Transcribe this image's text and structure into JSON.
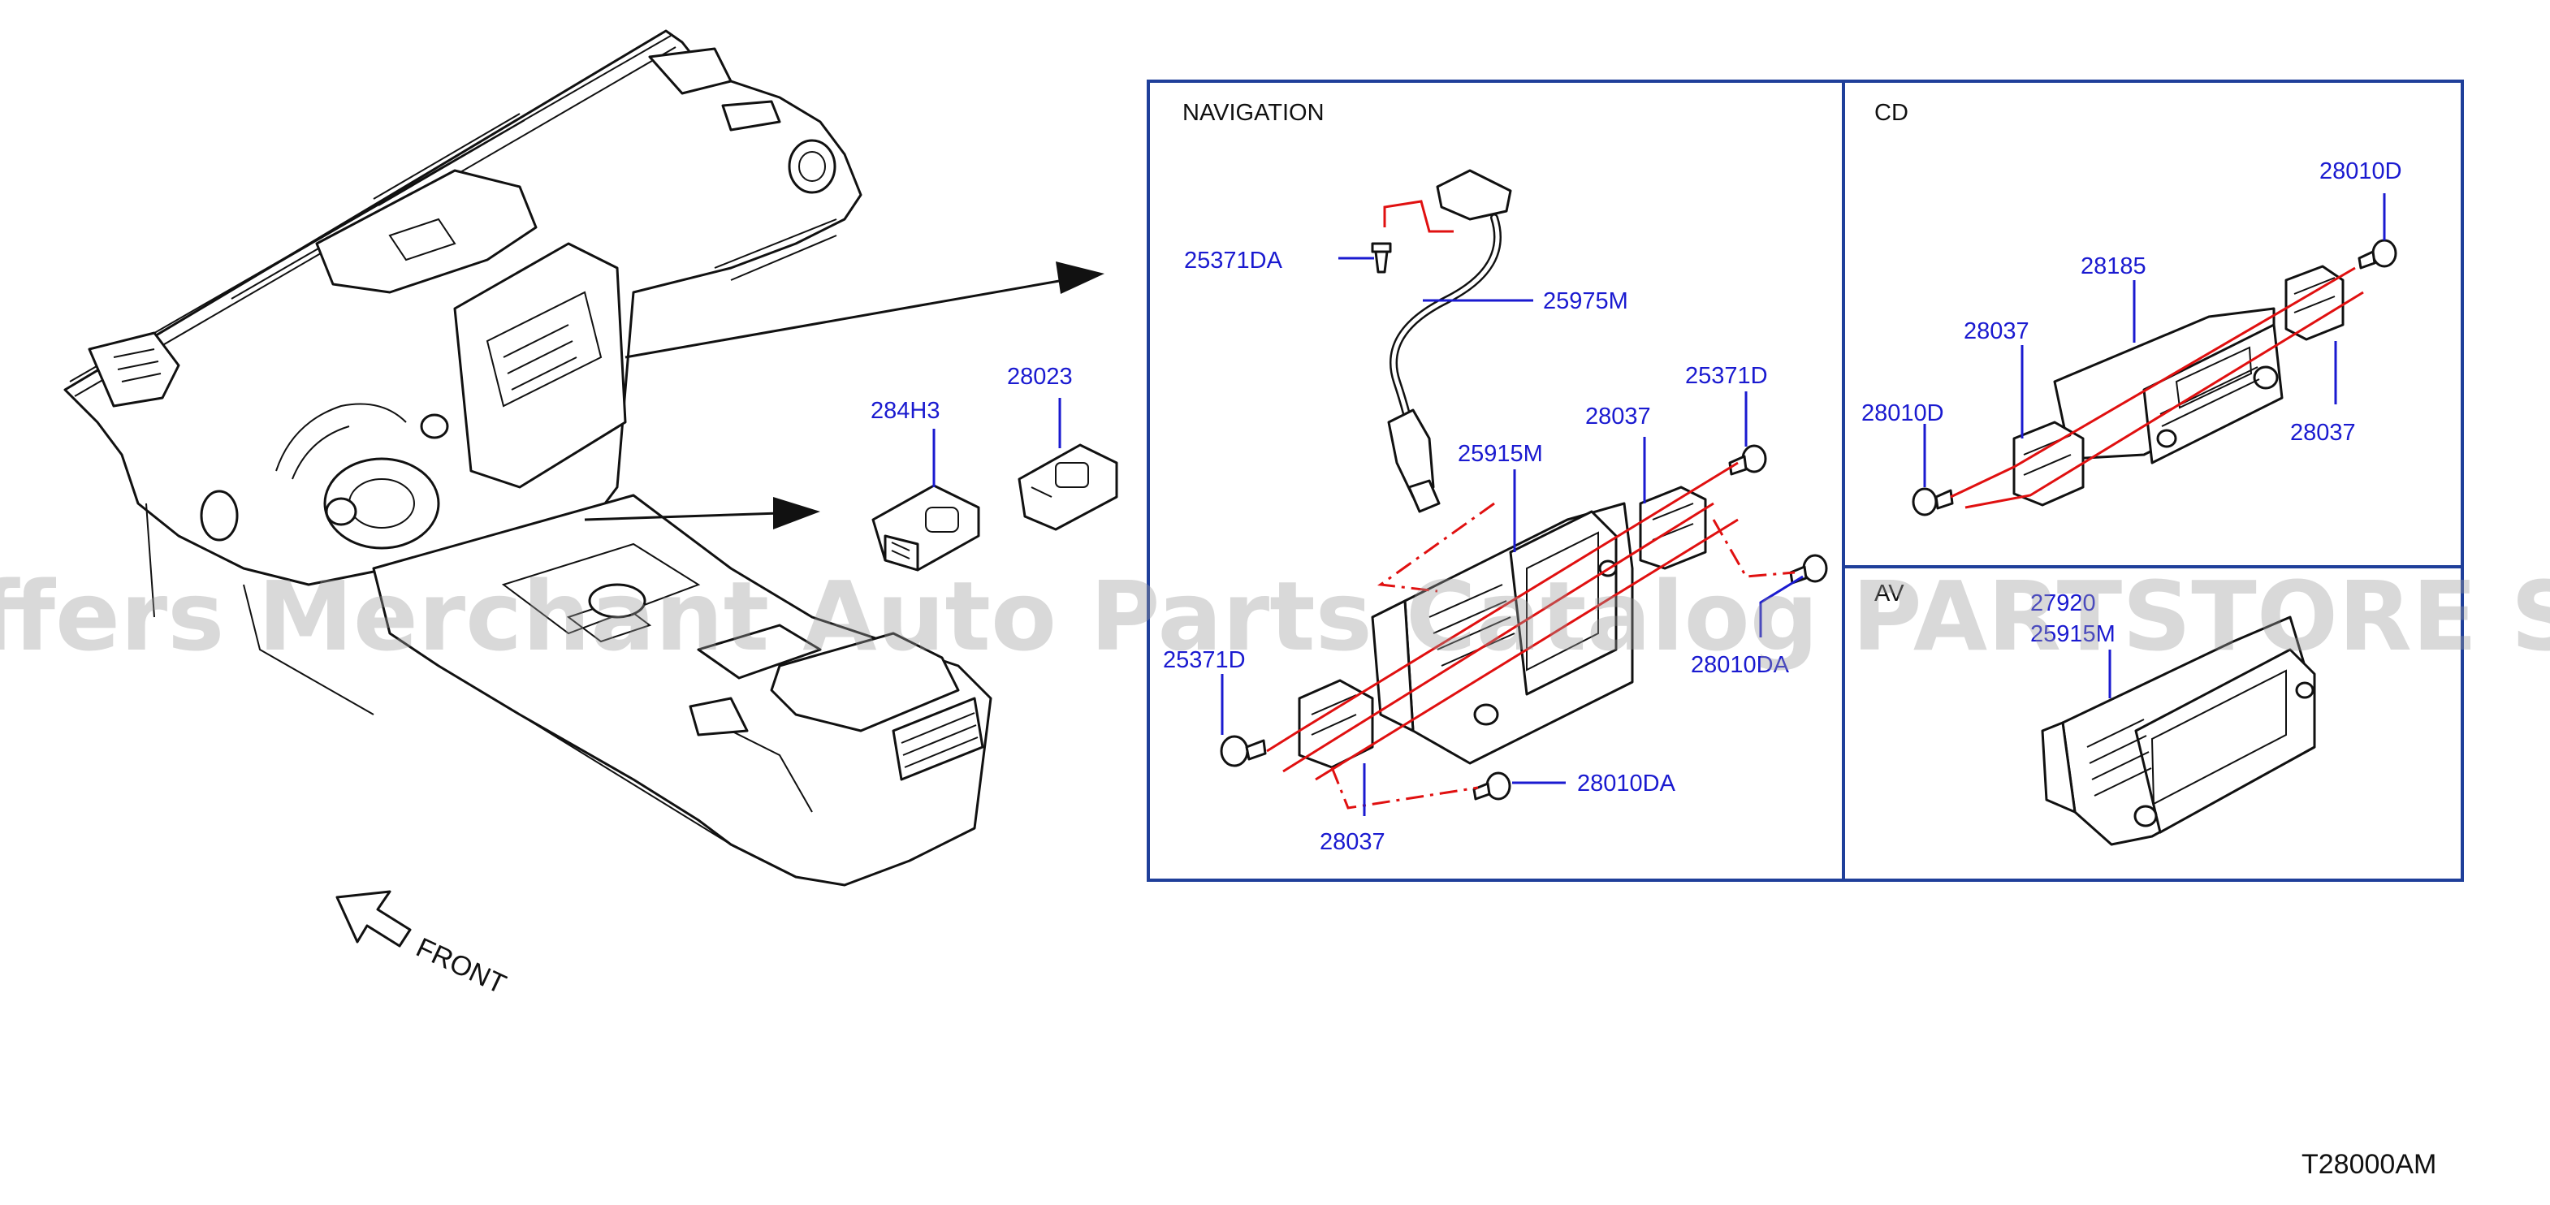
{
  "sections": {
    "navigation": "NAVIGATION",
    "cd": "CD",
    "av": "AV"
  },
  "parts": {
    "p284H3": "284H3",
    "p28023": "28023",
    "p25371DA": "25371DA",
    "p25975M": "25975M",
    "p25915M": "25915M",
    "p28037_nav_upper": "28037",
    "p25371D_upper": "25371D",
    "p28010DA_right": "28010DA",
    "p25371D_left": "25371D",
    "p28010DA_lower": "28010DA",
    "p28037_nav_lower": "28037",
    "p28010D_cd_upper": "28010D",
    "p28185": "28185",
    "p28037_cd_left": "28037",
    "p28010D_cd_left": "28010D",
    "p28037_cd_right": "28037",
    "p27920": "27920",
    "p25915": "25915M"
  },
  "front_label": "FRONT",
  "diagram_code": "T28000AM",
  "watermark": "Offers Merchant Auto Parts Catalog PARTSTORE SA",
  "colors": {
    "label_blue": "#1a1ad0",
    "frame_blue": "#1f3f9a",
    "guide_red": "#e01010"
  }
}
